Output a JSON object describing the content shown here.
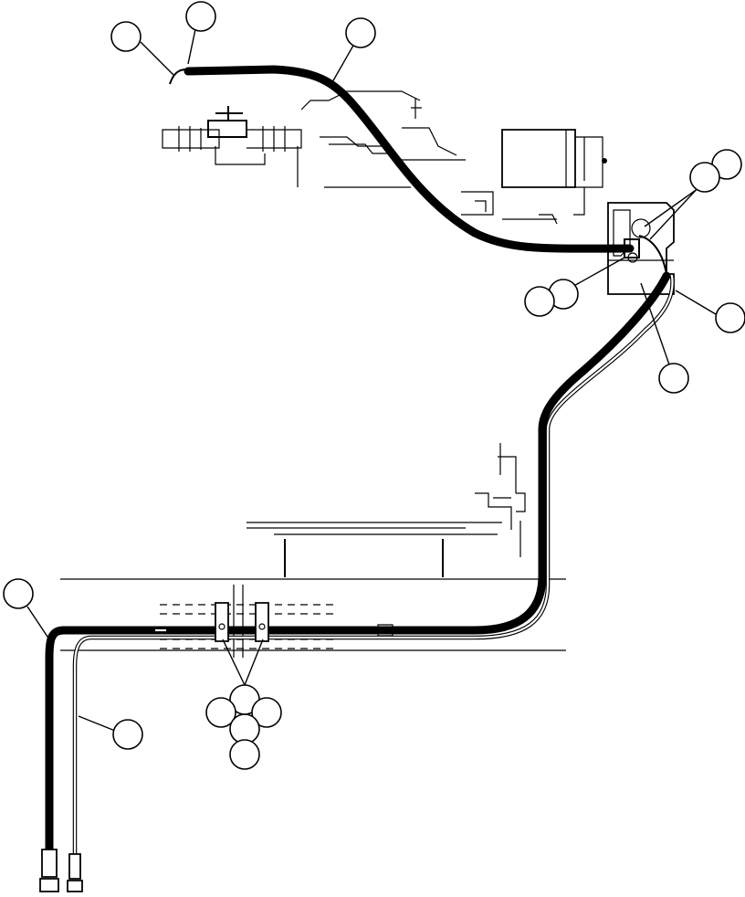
{
  "diagram": {
    "callouts": [
      {
        "id": "callout-1"
      },
      {
        "id": "callout-2"
      },
      {
        "id": "callout-3"
      },
      {
        "id": "callout-4"
      },
      {
        "id": "callout-5"
      },
      {
        "id": "callout-6"
      },
      {
        "id": "callout-7"
      },
      {
        "id": "callout-8"
      },
      {
        "id": "callout-9"
      },
      {
        "id": "callout-10"
      },
      {
        "id": "callout-11"
      },
      {
        "id": "callout-12"
      },
      {
        "id": "callout-13"
      },
      {
        "id": "callout-14"
      },
      {
        "id": "callout-15"
      },
      {
        "id": "callout-16"
      },
      {
        "id": "callout-17"
      }
    ],
    "line_color": "#000000",
    "background": "#ffffff"
  }
}
